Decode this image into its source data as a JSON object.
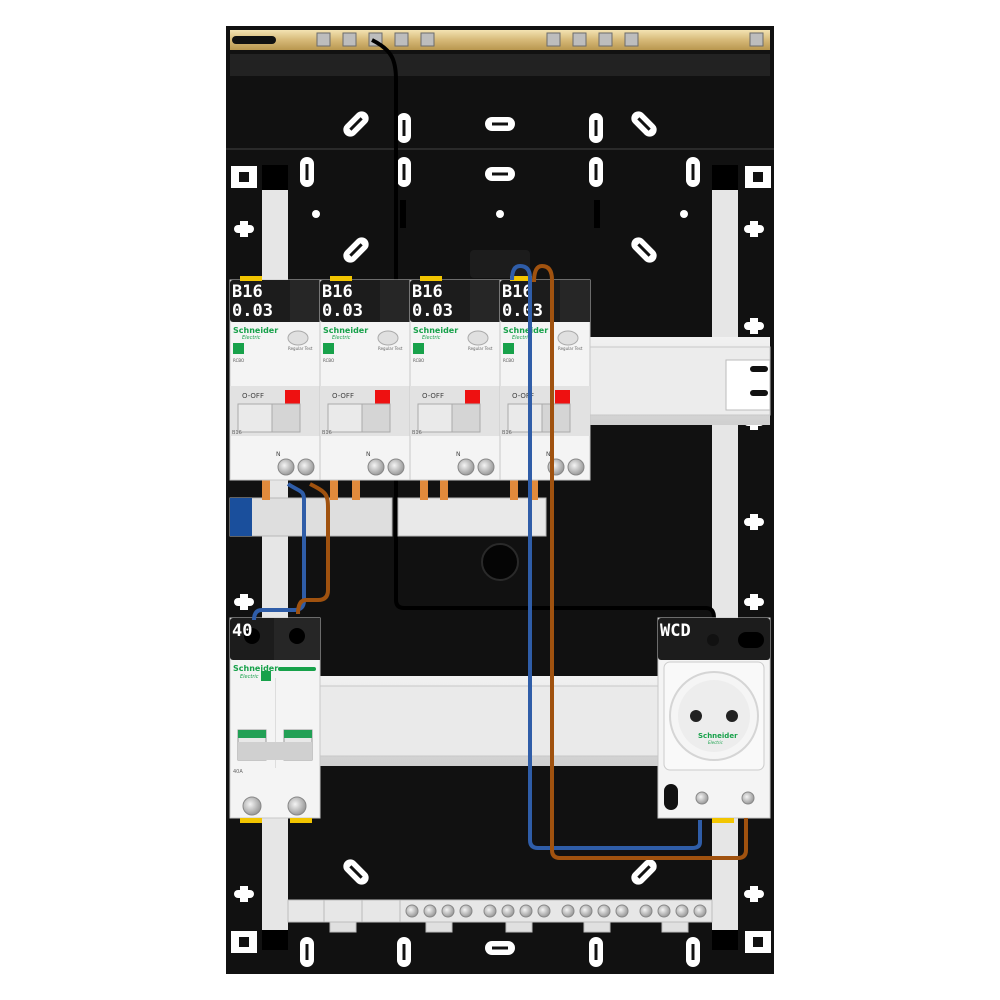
{
  "rcbo_units": [
    {
      "rating": "B16",
      "sensitivity": "0.03",
      "brand": "Schneider",
      "brand_sub": "Electric",
      "off_label": "O-OFF",
      "model": "RCBO",
      "test_label": "Regular Test",
      "curve": "B16"
    },
    {
      "rating": "B16",
      "sensitivity": "0.03",
      "brand": "Schneider",
      "brand_sub": "Electric",
      "off_label": "O-OFF",
      "model": "RCBO",
      "test_label": "Regular Test",
      "curve": "B16"
    },
    {
      "rating": "B16",
      "sensitivity": "0.03",
      "brand": "Schneider",
      "brand_sub": "Electric",
      "off_label": "O-OFF",
      "model": "RCBO",
      "test_label": "Regular Test",
      "curve": "B16"
    },
    {
      "rating": "B16",
      "sensitivity": "0.03",
      "brand": "Schneider",
      "brand_sub": "Electric",
      "off_label": "O-OFF",
      "model": "RCBO",
      "test_label": "Regular Test",
      "curve": "B16"
    }
  ],
  "main_switch": {
    "rating": "40",
    "brand": "Schneider",
    "brand_sub": "Electric",
    "rating_text": "40A"
  },
  "socket": {
    "label": "WCD",
    "brand": "Schneider",
    "brand_sub": "Electric"
  },
  "terminal_letter": "N",
  "colors": {
    "panel": "#111111",
    "neutral_wire": "#2f5da8",
    "live_wire": "#a0520f",
    "earth_wire": "#000000",
    "trip_indicator": "#ee1111",
    "status_green": "#1aa64a",
    "busbar": "#d9c38c",
    "din_rail": "#e4e4e4"
  },
  "icons": {
    "knob": "screw-icon",
    "indicator": "trip-indicator-icon",
    "socket": "schuko-socket-icon"
  }
}
